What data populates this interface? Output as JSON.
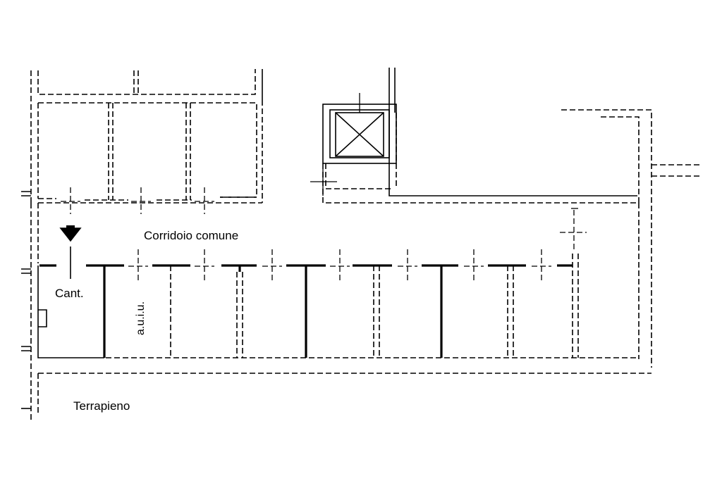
{
  "plan": {
    "line_color": "#000000",
    "background": "#ffffff",
    "labels": {
      "corridor": "Corridoio comune",
      "cellar": "Cant.",
      "other_unit": "a.u.i.u.",
      "embankment": "Terrapieno"
    },
    "symbols": {
      "entrance_marker": "entrance-arrow-icon",
      "elevator": "elevator-shaft-icon"
    }
  }
}
